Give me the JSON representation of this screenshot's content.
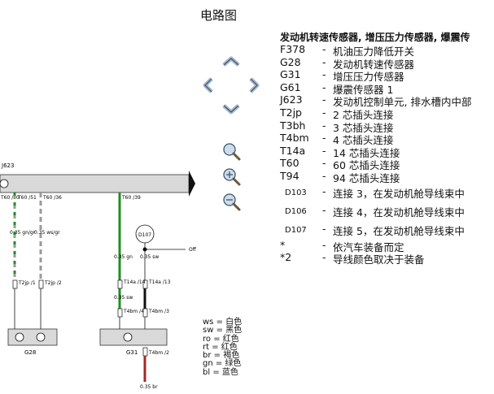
{
  "page": {
    "title": "电路图"
  },
  "legend": {
    "heading": "发动机转速传感器, 增压压力传感器, 爆震传",
    "items": [
      {
        "code": "F378",
        "desc": "机油压力降低开关"
      },
      {
        "code": "G28",
        "desc": "发动机转速传感器"
      },
      {
        "code": "G31",
        "desc": "增压压力传感器"
      },
      {
        "code": "G61",
        "desc": "爆震传感器 1"
      },
      {
        "code": "J623",
        "desc": "发动机控制单元, 排水槽内中部"
      },
      {
        "code": "T2jp",
        "desc": "2 芯插头连接"
      },
      {
        "code": "T3bh",
        "desc": "3 芯插头连接"
      },
      {
        "code": "T4bm",
        "desc": "4 芯插头连接"
      },
      {
        "code": "T14a",
        "desc": "14 芯插头连接"
      },
      {
        "code": "T60",
        "desc": "60 芯插头连接"
      },
      {
        "code": "T94",
        "desc": "94 芯插头连接"
      },
      {
        "code": "D103",
        "desc": "连接 3，在发动机舱导线束中"
      },
      {
        "code": "D106",
        "desc": "连接 4，在发动机舱导线束中"
      },
      {
        "code": "D107",
        "desc": "连接 5，在发动机舱导线束中"
      },
      {
        "code": "*",
        "desc": "依汽车装备而定"
      },
      {
        "code": "*2",
        "desc": "导线颜色取决于装备"
      }
    ],
    "dash": "-"
  },
  "colors": [
    {
      "abbr": "ws",
      "name": "白色"
    },
    {
      "abbr": "sw",
      "name": "黑色"
    },
    {
      "abbr": "ro",
      "name": "红色"
    },
    {
      "abbr": "rt",
      "name": "红色"
    },
    {
      "abbr": "br",
      "name": "褐色"
    },
    {
      "abbr": "gn",
      "name": "绿色"
    },
    {
      "abbr": "bl",
      "name": "蓝色"
    }
  ],
  "diagram": {
    "ecu_label": "J623",
    "pins": [
      "T60 /40",
      "T60 /51",
      "T60 /36",
      "T60 /39"
    ],
    "wire_labels": [
      "0.35 gn/gr",
      "0.35 ws/gr",
      "0.35 gn",
      "0.35 sw"
    ],
    "wire_labels_2": [
      "0.35 sw",
      "0.35 br"
    ],
    "connector_labels": [
      "T2jp /1",
      "T2jp /2",
      "T14a /14",
      "T14a /13",
      "T4bm /4",
      "T4bm /3",
      "T4bm /2"
    ],
    "component_labels": [
      "G28",
      "G31"
    ],
    "node_label": "D107",
    "side_label": "Off",
    "colors": {
      "green": "#1f8f1f",
      "gray": "#9a9a9a",
      "red": "#a02a2a",
      "black": "#111111",
      "box": "#d9d9d9"
    }
  },
  "nav": {
    "up_icon": "chevron-up-icon",
    "left_icon": "chevron-left-icon",
    "right_icon": "chevron-right-icon",
    "down_icon": "chevron-down-icon",
    "zoom_icon": "magnifier-icon",
    "zoom_in_icon": "zoom-in-icon",
    "zoom_out_icon": "zoom-out-icon"
  }
}
